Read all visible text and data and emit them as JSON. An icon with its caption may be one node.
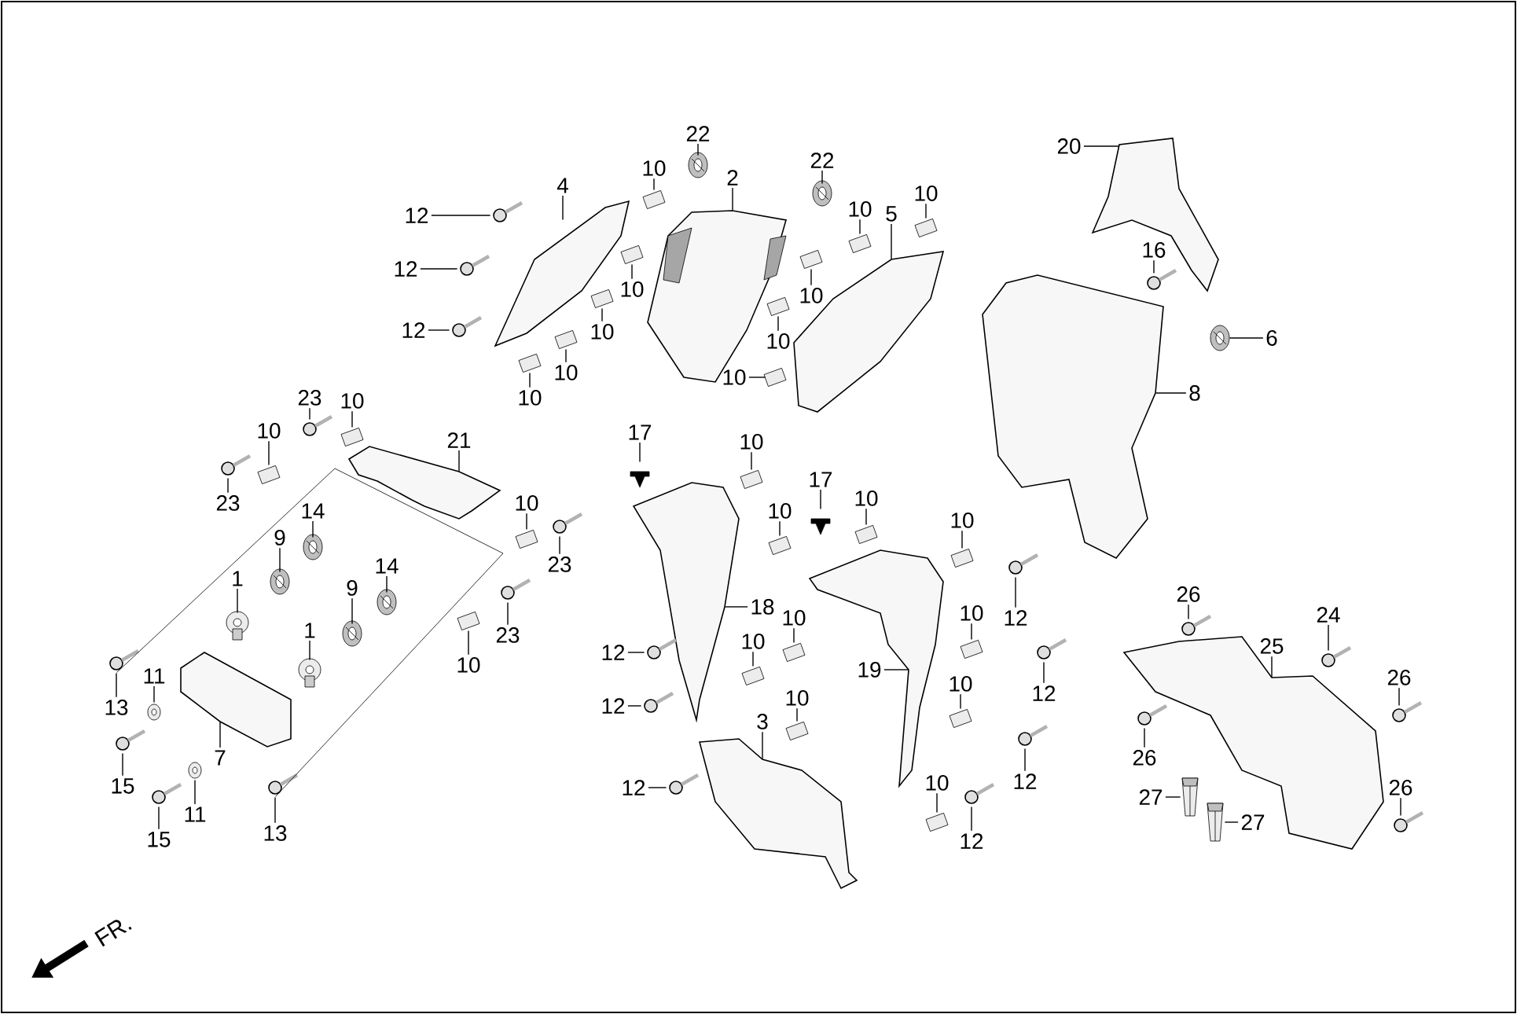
{
  "diagram": {
    "nodes": [
      {
        "text": [
          "12"
        ]
      },
      {
        "text": [
          "12"
        ]
      },
      {
        "text": [
          "12"
        ]
      },
      {
        "text": [
          "4"
        ]
      },
      {
        "text": [
          "22"
        ]
      },
      {
        "text": [
          "2"
        ]
      },
      {
        "text": [
          "10"
        ]
      },
      {
        "text": [
          "10"
        ]
      },
      {
        "text": [
          "10"
        ]
      },
      {
        "text": [
          "10"
        ]
      },
      {
        "text": [
          "10"
        ]
      },
      {
        "text": [
          "22"
        ]
      },
      {
        "text": [
          "10"
        ]
      },
      {
        "text": [
          "5"
        ]
      },
      {
        "text": [
          "10"
        ]
      },
      {
        "text": [
          "10"
        ]
      },
      {
        "text": [
          "10"
        ]
      },
      {
        "text": [
          "10"
        ]
      },
      {
        "text": [
          "20"
        ]
      },
      {
        "text": [
          "16"
        ]
      },
      {
        "text": [
          "6"
        ]
      },
      {
        "text": [
          "8"
        ]
      },
      {
        "text": [
          "23"
        ]
      },
      {
        "text": [
          "10"
        ]
      },
      {
        "text": [
          "10"
        ]
      },
      {
        "text": [
          "23"
        ]
      },
      {
        "text": [
          "21"
        ]
      },
      {
        "text": [
          "10"
        ]
      },
      {
        "text": [
          "23"
        ]
      },
      {
        "text": [
          "14"
        ]
      },
      {
        "text": [
          "9"
        ]
      },
      {
        "text": [
          "1"
        ]
      },
      {
        "text": [
          "14"
        ]
      },
      {
        "text": [
          "9"
        ]
      },
      {
        "text": [
          "1"
        ]
      },
      {
        "text": [
          "23"
        ]
      },
      {
        "text": [
          "10"
        ]
      },
      {
        "text": [
          "13"
        ]
      },
      {
        "text": [
          "11"
        ]
      },
      {
        "text": [
          "7"
        ]
      },
      {
        "text": [
          "15"
        ]
      },
      {
        "text": [
          "11"
        ]
      },
      {
        "text": [
          "15"
        ]
      },
      {
        "text": [
          "13"
        ]
      },
      {
        "text": [
          "17"
        ]
      },
      {
        "text": [
          "10"
        ]
      },
      {
        "text": [
          "10"
        ]
      },
      {
        "text": [
          "17"
        ]
      },
      {
        "text": [
          "10"
        ]
      },
      {
        "text": [
          "10"
        ]
      },
      {
        "text": [
          "18"
        ]
      },
      {
        "text": [
          "10"
        ]
      },
      {
        "text": [
          "10"
        ]
      },
      {
        "text": [
          "12"
        ]
      },
      {
        "text": [
          "10"
        ]
      },
      {
        "text": [
          "12"
        ]
      },
      {
        "text": [
          "3"
        ]
      },
      {
        "text": [
          "12"
        ]
      },
      {
        "text": [
          "19"
        ]
      },
      {
        "text": [
          "10"
        ]
      },
      {
        "text": [
          "12"
        ]
      },
      {
        "text": [
          "10"
        ]
      },
      {
        "text": [
          "12"
        ]
      },
      {
        "text": [
          "12"
        ]
      },
      {
        "text": [
          "10"
        ]
      },
      {
        "text": [
          "12"
        ]
      },
      {
        "text": [
          "26"
        ]
      },
      {
        "text": [
          "24"
        ]
      },
      {
        "text": [
          "25"
        ]
      },
      {
        "text": [
          "26"
        ]
      },
      {
        "text": [
          "26"
        ]
      },
      {
        "text": [
          "27"
        ]
      },
      {
        "text": [
          "27"
        ]
      },
      {
        "text": [
          "26"
        ]
      },
      {
        "text": [],
        "shape": "picture"
      },
      {
        "text": [],
        "shape": "picture"
      },
      {
        "text": [],
        "shape": "picture"
      },
      {
        "text": [],
        "shape": "picture"
      },
      {
        "text": [],
        "shape": "picture"
      },
      {
        "text": [],
        "shape": "picture"
      },
      {
        "text": [],
        "shape": "picture"
      },
      {
        "text": [],
        "shape": "picture"
      },
      {
        "text": [],
        "shape": "picture"
      },
      {
        "text": [],
        "shape": "picture"
      },
      {
        "text": [],
        "shape": "picture"
      },
      {
        "text": [],
        "shape": "picture"
      },
      {
        "text": [],
        "shape": "picture"
      },
      {
        "text": [],
        "shape": "picture"
      },
      {
        "text": [],
        "shape": "picture"
      },
      {
        "text": [],
        "shape": "picture"
      },
      {
        "text": [],
        "shape": "picture"
      },
      {
        "text": [],
        "shape": "picture"
      },
      {
        "text": [],
        "shape": "picture"
      },
      {
        "text": [],
        "shape": "picture"
      },
      {
        "text": [],
        "shape": "picture"
      },
      {
        "text": [],
        "shape": "picture"
      },
      {
        "text": [],
        "shape": "picture"
      },
      {
        "text": [],
        "shape": "picture"
      },
      {
        "text": [],
        "shape": "picture"
      },
      {
        "text": [],
        "shape": "picture"
      },
      {
        "text": [],
        "shape": "picture"
      },
      {
        "text": [],
        "shape": "picture"
      },
      {
        "text": [],
        "shape": "picture"
      },
      {
        "text": [],
        "shape": "picture"
      },
      {
        "text": [],
        "shape": "picture"
      },
      {
        "text": [],
        "shape": "picture"
      },
      {
        "text": [],
        "shape": "picture"
      },
      {
        "text": [],
        "shape": "picture"
      },
      {
        "text": [],
        "shape": "picture"
      },
      {
        "text": [],
        "shape": "picture"
      },
      {
        "text": [],
        "shape": "picture"
      },
      {
        "text": [],
        "shape": "picture"
      },
      {
        "text": [],
        "shape": "picture"
      },
      {
        "text": [],
        "shape": "picture"
      },
      {
        "text": [],
        "shape": "picture"
      },
      {
        "text": [],
        "shape": "picture"
      },
      {
        "text": [],
        "shape": "picture"
      },
      {
        "text": [],
        "shape": "picture"
      },
      {
        "text": [],
        "shape": "picture"
      },
      {
        "text": [],
        "shape": "picture"
      },
      {
        "text": [],
        "shape": "picture"
      },
      {
        "text": [],
        "shape": "picture"
      },
      {
        "text": [],
        "shape": "picture"
      },
      {
        "text": [],
        "shape": "picture"
      },
      {
        "text": [],
        "shape": "picture"
      },
      {
        "text": [],
        "shape": "picture"
      },
      {
        "text": [],
        "shape": "picture"
      },
      {
        "text": [],
        "shape": "picture"
      },
      {
        "text": [],
        "shape": "picture"
      },
      {
        "text": [],
        "shape": "picture"
      },
      {
        "text": [],
        "shape": "picture"
      },
      {
        "text": [],
        "shape": "picture"
      },
      {
        "text": [],
        "shape": "picture"
      },
      {
        "text": [],
        "shape": "picture"
      },
      {
        "text": [],
        "shape": "picture"
      },
      {
        "text": [],
        "shape": "picture"
      },
      {
        "text": [],
        "shape": "picture"
      },
      {
        "text": [],
        "shape": "picture"
      },
      {
        "text": [],
        "shape": "picture"
      },
      {
        "text": [],
        "shape": "picture"
      },
      {
        "text": [],
        "shape": "picture"
      },
      {
        "text": [],
        "shape": "picture"
      },
      {
        "text": [],
        "shape": "picture"
      },
      {
        "text": [],
        "shape": "picture"
      },
      {
        "text": [],
        "shape": "picture"
      },
      {
        "text": [],
        "shape": "picture"
      },
      {
        "text": [],
        "shape": "picture"
      },
      {
        "text": [],
        "shape": "picture"
      }
    ],
    "edges": [
      {
        "from": 0,
        "to": 74,
        "arrow": "none"
      },
      {
        "from": 1,
        "to": 75,
        "arrow": "none"
      },
      {
        "from": 2,
        "to": 76,
        "arrow": "none"
      },
      {
        "from": 3,
        "to": 77,
        "arrow": "none"
      },
      {
        "from": 4,
        "to": 78,
        "arrow": "none"
      },
      {
        "from": 5,
        "to": 79,
        "arrow": "none"
      },
      {
        "from": 6,
        "to": 80,
        "arrow": "none"
      },
      {
        "from": 7,
        "to": 81,
        "arrow": "none"
      },
      {
        "from": 8,
        "to": 82,
        "arrow": "none"
      },
      {
        "from": 9,
        "to": 83,
        "arrow": "none"
      },
      {
        "from": 10,
        "to": 84,
        "arrow": "none"
      },
      {
        "from": 11,
        "to": 85,
        "arrow": "none"
      },
      {
        "from": 12,
        "to": 86,
        "arrow": "none"
      },
      {
        "from": 13,
        "to": 87,
        "arrow": "none"
      },
      {
        "from": 14,
        "to": 88,
        "arrow": "none"
      },
      {
        "from": 15,
        "to": 89,
        "arrow": "none"
      },
      {
        "from": 16,
        "to": 90,
        "arrow": "none"
      },
      {
        "from": 17,
        "to": 91,
        "arrow": "none"
      },
      {
        "from": 18,
        "to": 92,
        "arrow": "none"
      },
      {
        "from": 19,
        "to": 93,
        "arrow": "none"
      },
      {
        "from": 20,
        "to": 94,
        "arrow": "none"
      },
      {
        "from": 21,
        "to": 95,
        "arrow": "none"
      },
      {
        "from": 22,
        "to": 96,
        "arrow": "none"
      },
      {
        "from": 23,
        "to": 97,
        "arrow": "none"
      },
      {
        "from": 24,
        "to": 98,
        "arrow": "none"
      },
      {
        "from": 25,
        "to": 99,
        "arrow": "none"
      },
      {
        "from": 26,
        "to": 100,
        "arrow": "none"
      },
      {
        "from": 27,
        "to": 101,
        "arrow": "none"
      },
      {
        "from": 28,
        "to": 102,
        "arrow": "none"
      },
      {
        "from": 29,
        "to": 103,
        "arrow": "none"
      },
      {
        "from": 30,
        "to": 104,
        "arrow": "none"
      },
      {
        "from": 31,
        "to": 105,
        "arrow": "none"
      },
      {
        "from": 32,
        "to": 106,
        "arrow": "none"
      },
      {
        "from": 33,
        "to": 107,
        "arrow": "none"
      },
      {
        "from": 34,
        "to": 108,
        "arrow": "none"
      },
      {
        "from": 35,
        "to": 109,
        "arrow": "none"
      },
      {
        "from": 36,
        "to": 110,
        "arrow": "none"
      },
      {
        "from": 37,
        "to": 111,
        "arrow": "none"
      },
      {
        "from": 38,
        "to": 112,
        "arrow": "none"
      },
      {
        "from": 39,
        "to": 113,
        "arrow": "none"
      },
      {
        "from": 40,
        "to": 114,
        "arrow": "none"
      },
      {
        "from": 41,
        "to": 115,
        "arrow": "none"
      },
      {
        "from": 42,
        "to": 116,
        "arrow": "none"
      },
      {
        "from": 43,
        "to": 117,
        "arrow": "none"
      },
      {
        "from": 44,
        "to": 118,
        "arrow": "none"
      },
      {
        "from": 45,
        "to": 119,
        "arrow": "none"
      },
      {
        "from": 46,
        "to": 120,
        "arrow": "none"
      },
      {
        "from": 47,
        "to": 121,
        "arrow": "none"
      },
      {
        "from": 48,
        "to": 122,
        "arrow": "none"
      },
      {
        "from": 49,
        "to": 123,
        "arrow": "none"
      },
      {
        "from": 50,
        "to": 124,
        "arrow": "none"
      },
      {
        "from": 51,
        "to": 125,
        "arrow": "none"
      },
      {
        "from": 52,
        "to": 126,
        "arrow": "none"
      },
      {
        "from": 53,
        "to": 127,
        "arrow": "none"
      },
      {
        "from": 54,
        "to": 128,
        "arrow": "none"
      },
      {
        "from": 55,
        "to": 129,
        "arrow": "none"
      },
      {
        "from": 56,
        "to": 130,
        "arrow": "none"
      },
      {
        "from": 57,
        "to": 131,
        "arrow": "none"
      },
      {
        "from": 58,
        "to": 132,
        "arrow": "none"
      },
      {
        "from": 59,
        "to": 133,
        "arrow": "none"
      },
      {
        "from": 60,
        "to": 134,
        "arrow": "none"
      },
      {
        "from": 61,
        "to": 135,
        "arrow": "none"
      },
      {
        "from": 62,
        "to": 136,
        "arrow": "none"
      },
      {
        "from": 63,
        "to": 137,
        "arrow": "none"
      },
      {
        "from": 64,
        "to": 138,
        "arrow": "none"
      },
      {
        "from": 65,
        "to": 139,
        "arrow": "none"
      },
      {
        "from": 66,
        "to": 140,
        "arrow": "none"
      },
      {
        "from": 67,
        "to": 141,
        "arrow": "none"
      },
      {
        "from": 68,
        "to": 142,
        "arrow": "none"
      },
      {
        "from": 69,
        "to": 143,
        "arrow": "none"
      },
      {
        "from": 70,
        "to": 144,
        "arrow": "none"
      },
      {
        "from": 71,
        "to": 145,
        "arrow": "none"
      },
      {
        "from": 72,
        "to": 146,
        "arrow": "none"
      },
      {
        "from": 73,
        "to": 147,
        "arrow": "none"
      },
      {
        "from": 111,
        "to": 117,
        "arrow": "none"
      }
    ],
    "labels": [
      "FR."
    ]
  }
}
